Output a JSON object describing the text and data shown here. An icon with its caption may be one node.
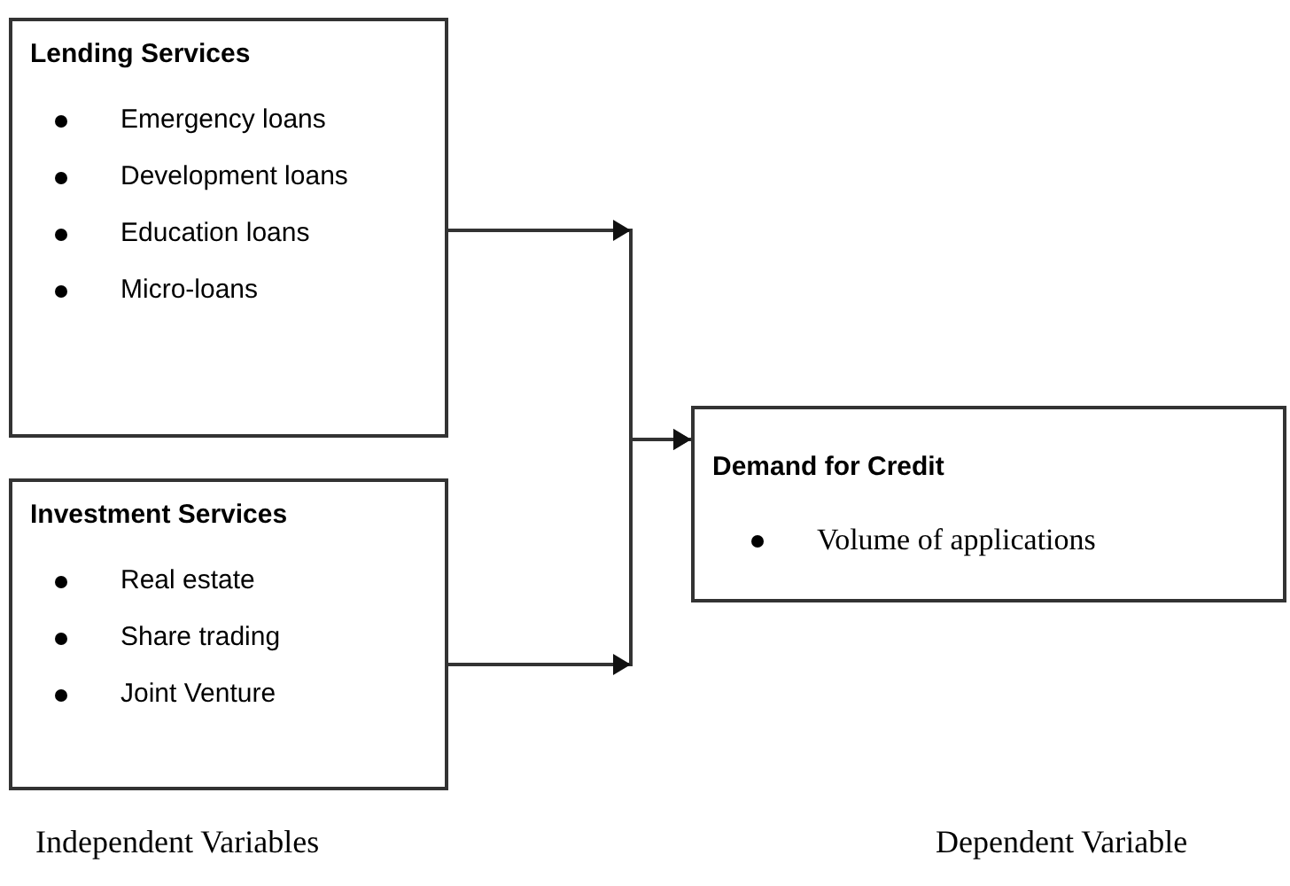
{
  "diagram": {
    "nodes": [
      {
        "text": [
          "Lending Services",
          "Emergency loans",
          "Development loans",
          "Education loans",
          "Micro-loans"
        ]
      },
      {
        "text": [
          "Investment Services",
          "Real estate",
          "Share trading",
          "Joint Venture"
        ]
      },
      {
        "text": [
          "Demand for Credit",
          "Volume of applications"
        ]
      }
    ],
    "edges": [
      {
        "from": 0,
        "to": 2,
        "arrow": "to"
      },
      {
        "from": 1,
        "to": 2,
        "arrow": "to"
      }
    ],
    "labels": [
      "Independent Variables",
      "Dependent Variable"
    ]
  }
}
